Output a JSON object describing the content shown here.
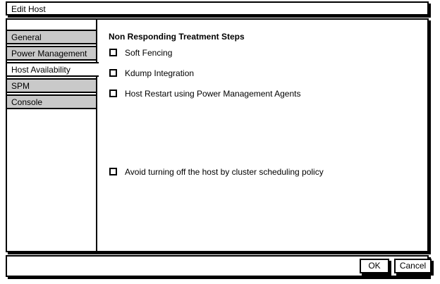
{
  "window": {
    "title": "Edit Host"
  },
  "sidebar": {
    "tabs": [
      {
        "label": "General",
        "selected": false
      },
      {
        "label": "Power Management",
        "selected": false
      },
      {
        "label": "Host Availability",
        "selected": true
      },
      {
        "label": "SPM",
        "selected": false
      },
      {
        "label": "Console",
        "selected": false
      }
    ]
  },
  "content": {
    "heading": "Non Responding Treatment Steps",
    "checkboxes": [
      {
        "label": "Soft Fencing",
        "checked": false
      },
      {
        "label": "Kdump Integration",
        "checked": false
      },
      {
        "label": "Host Restart using Power Management Agents",
        "checked": false
      },
      {
        "label": "Avoid turning off the host by cluster scheduling policy",
        "checked": false
      }
    ]
  },
  "footer": {
    "ok_label": "OK",
    "cancel_label": "Cancel"
  },
  "colors": {
    "tab_background": "#c9c9c9",
    "selected_tab_background": "#ffffff",
    "border": "#000000",
    "surface": "#ffffff"
  }
}
